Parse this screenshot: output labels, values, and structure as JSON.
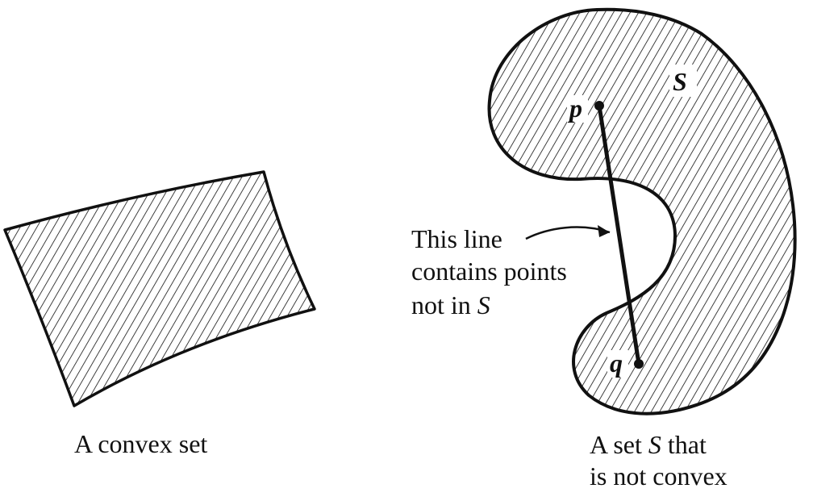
{
  "colors": {
    "ink": "#111111",
    "background": "#ffffff"
  },
  "left_figure": {
    "caption": "A convex set"
  },
  "right_figure": {
    "set_label": "S",
    "point_p": "p",
    "point_q": "q",
    "annotation": {
      "line1": "This line",
      "line2": "contains points",
      "line3_prefix": "not in ",
      "line3_symbol": "S"
    },
    "caption": {
      "line1_prefix": "A set ",
      "line1_symbol": "S",
      "line1_suffix": " that",
      "line2": "is not convex"
    }
  }
}
